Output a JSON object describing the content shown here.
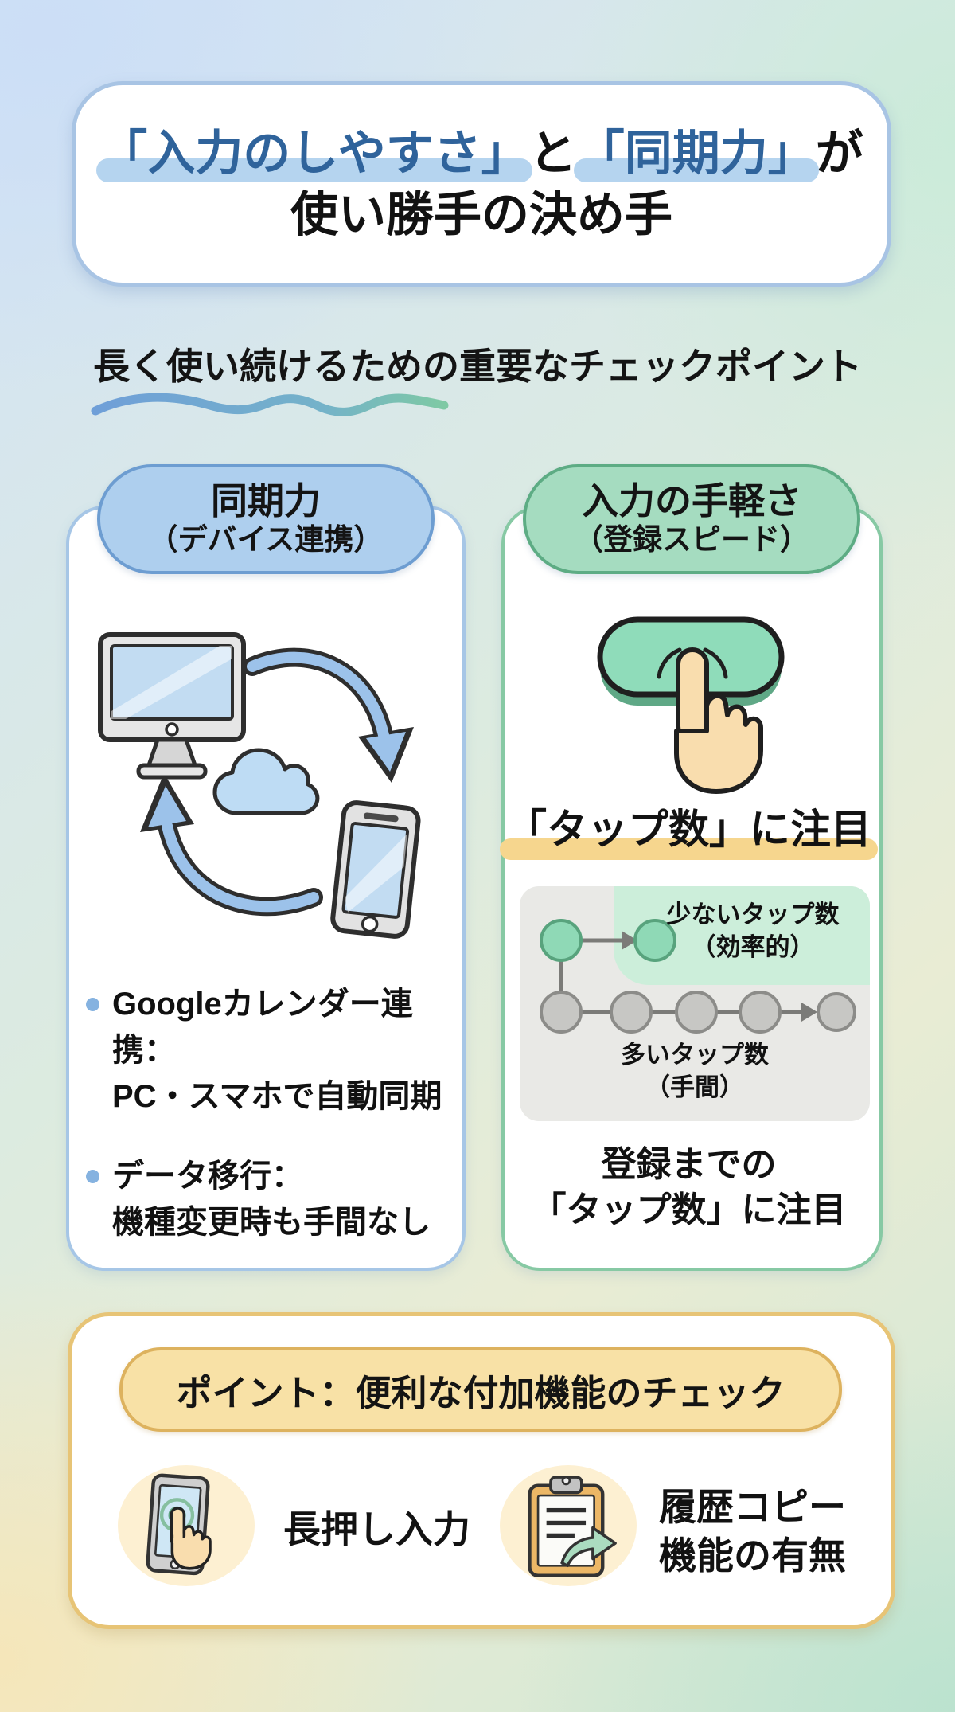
{
  "title": {
    "accent1": "「入力のしやすさ」",
    "joiner1": "と",
    "accent2": "「同期力」",
    "suffix": "が",
    "line2": "使い勝手の決め手"
  },
  "subtitle": "長く使い続けるための重要なチェックポイント",
  "sync_card": {
    "header_line1": "同期力",
    "header_line2": "（デバイス連携）",
    "illustration_icons": [
      "monitor-icon",
      "cloud-icon",
      "smartphone-icon",
      "sync-arrow-down-icon",
      "sync-arrow-up-icon"
    ],
    "bullets": [
      {
        "line1": "Googleカレンダー連携：",
        "line2": "PC・スマホで自動同期"
      },
      {
        "line1": "データ移行：",
        "line2": "機種変更時も手間なし"
      }
    ]
  },
  "input_card": {
    "header_line1": "入力の手軽さ",
    "header_line2": "（登録スピード）",
    "illustration_icons": [
      "tap-button-icon",
      "pointer-hand-icon"
    ],
    "tap_heading": "「タップ数」に注目",
    "diagram": {
      "few_label_line1": "少ないタップ数",
      "few_label_line2": "（効率的）",
      "many_label_line1": "多いタップ数",
      "many_label_line2": "（手間）",
      "few_tap_count": 2,
      "many_tap_count": 5
    },
    "footer_line1": "登録までの",
    "footer_line2": "「タップ数」に注目"
  },
  "point_card": {
    "header": "ポイント：便利な付加機能のチェック",
    "items": [
      {
        "icon": "long-press-phone-icon",
        "label_line1": "長押し入力",
        "label_line2": ""
      },
      {
        "icon": "history-copy-clipboard-icon",
        "label_line1": "履歴コピー",
        "label_line2": "機能の有無"
      }
    ]
  },
  "colors": {
    "accent_blue_text": "#2f639b",
    "highlight_blue": "#b5d4ef",
    "highlight_yellow": "#f6d68e",
    "sync_pill_fill": "#aecfee",
    "sync_pill_border": "#6d9dd1",
    "input_pill_fill": "#a5dcc0",
    "input_pill_border": "#5dac84",
    "point_pill_fill": "#f8e1a6",
    "point_pill_border": "#ddb25e",
    "diagram_green_zone": "#cceeda",
    "diagram_gray_box": "#e9e9e6",
    "tap_circle_green": "#8fd9b6",
    "tap_circle_gray": "#c7c7c4"
  }
}
